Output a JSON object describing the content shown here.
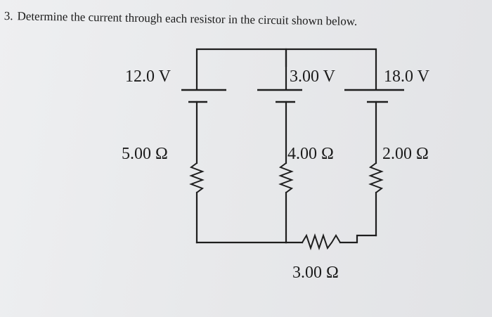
{
  "question": {
    "number": "3.",
    "text": "Determine the current through each resistor in the circuit shown below."
  },
  "circuit": {
    "batteries": [
      {
        "label": "12.0 V"
      },
      {
        "label": "3.00 V"
      },
      {
        "label": "18.0 V"
      }
    ],
    "resistors": [
      {
        "label": "5.00 Ω"
      },
      {
        "label": "4.00 Ω"
      },
      {
        "label": "2.00 Ω"
      },
      {
        "label": "3.00 Ω"
      }
    ]
  },
  "colors": {
    "paper": "#eceef0",
    "ink": "#1e1e1e"
  }
}
